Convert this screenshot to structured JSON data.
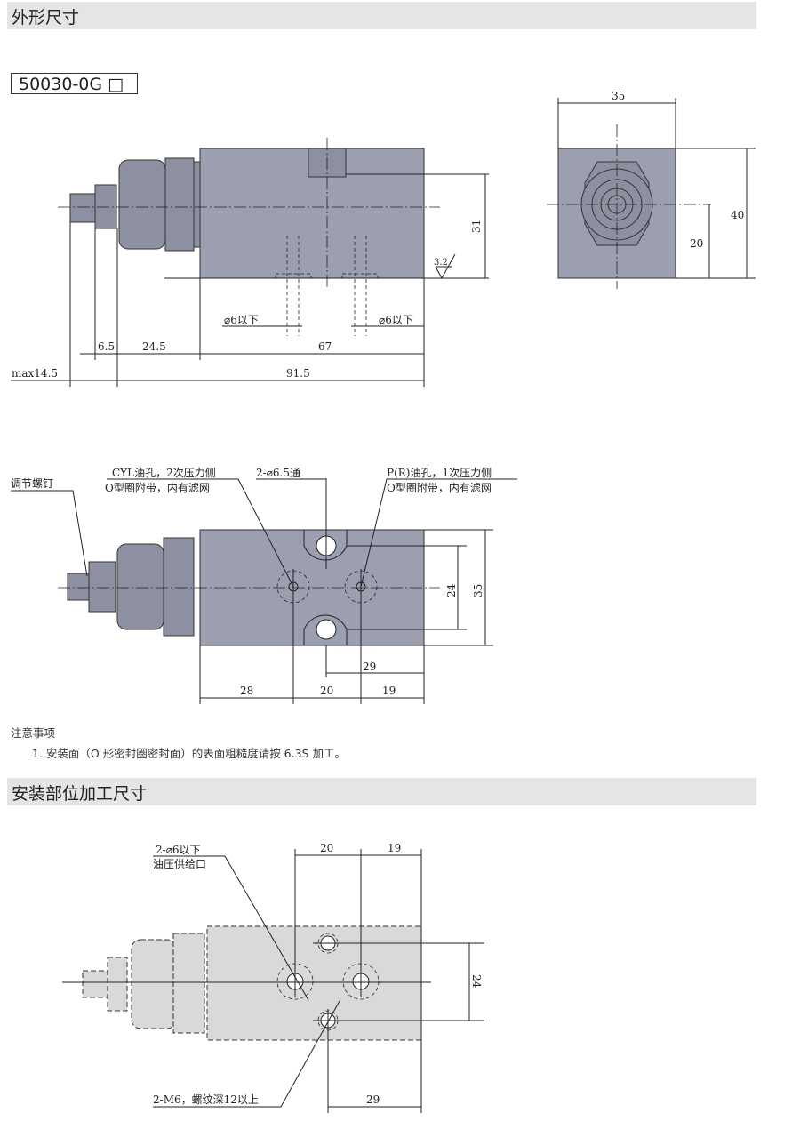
{
  "sections": {
    "outline_title": "外形尺寸",
    "mounting_title": "安装部位加工尺寸"
  },
  "model": "50030-0G □",
  "view1": {
    "dims": {
      "d1": "6.5",
      "d2": "24.5",
      "d3": "67",
      "d4": "max14.5",
      "d5": "91.5",
      "d6": "31",
      "d7": "⌀6以下",
      "d8": "⌀6以下",
      "rough": "3.2"
    }
  },
  "side": {
    "dims": {
      "w": "35",
      "h": "40",
      "c": "20"
    }
  },
  "view2": {
    "labels": {
      "screw": "调节螺钉",
      "cyl1": "CYL油孔，2次压力侧",
      "cyl2": "O型圈附带，内有滤网",
      "hole": "2-⌀6.5通",
      "pr1": "P(R)油孔，1次压力侧",
      "pr2": "O型圈附带，内有滤网"
    },
    "dims": {
      "a": "28",
      "b": "20",
      "c": "19",
      "d": "29",
      "e": "24",
      "f": "35"
    }
  },
  "notes": {
    "title": "注意事项",
    "item1": "1. 安装面（O 形密封圈密封面）的表面粗糙度请按 6.3S 加工。"
  },
  "view3": {
    "labels": {
      "supply1": "2-⌀6以下",
      "supply2": "油压供给口",
      "thread": "2-M6，螺纹深12以上"
    },
    "dims": {
      "a": "20",
      "b": "19",
      "c": "24",
      "d": "29"
    }
  }
}
